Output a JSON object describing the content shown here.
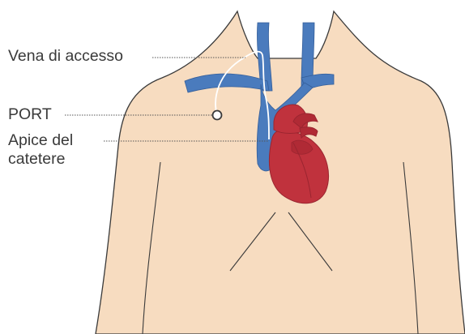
{
  "labels": {
    "vena_di_accesso": "Vena di accesso",
    "port": "PORT",
    "apice_line1": "Apice del",
    "apice_line2": "catetere"
  },
  "colors": {
    "skin": "#f7dcc0",
    "skin_outline": "#3a3a3a",
    "vein": "#4a7bbd",
    "vein_dark": "#355f9a",
    "heart": "#c0323d",
    "heart_dark": "#9a2530",
    "catheter": "#ffffff",
    "leader_line": "#555555",
    "text": "#3a3a3a"
  }
}
